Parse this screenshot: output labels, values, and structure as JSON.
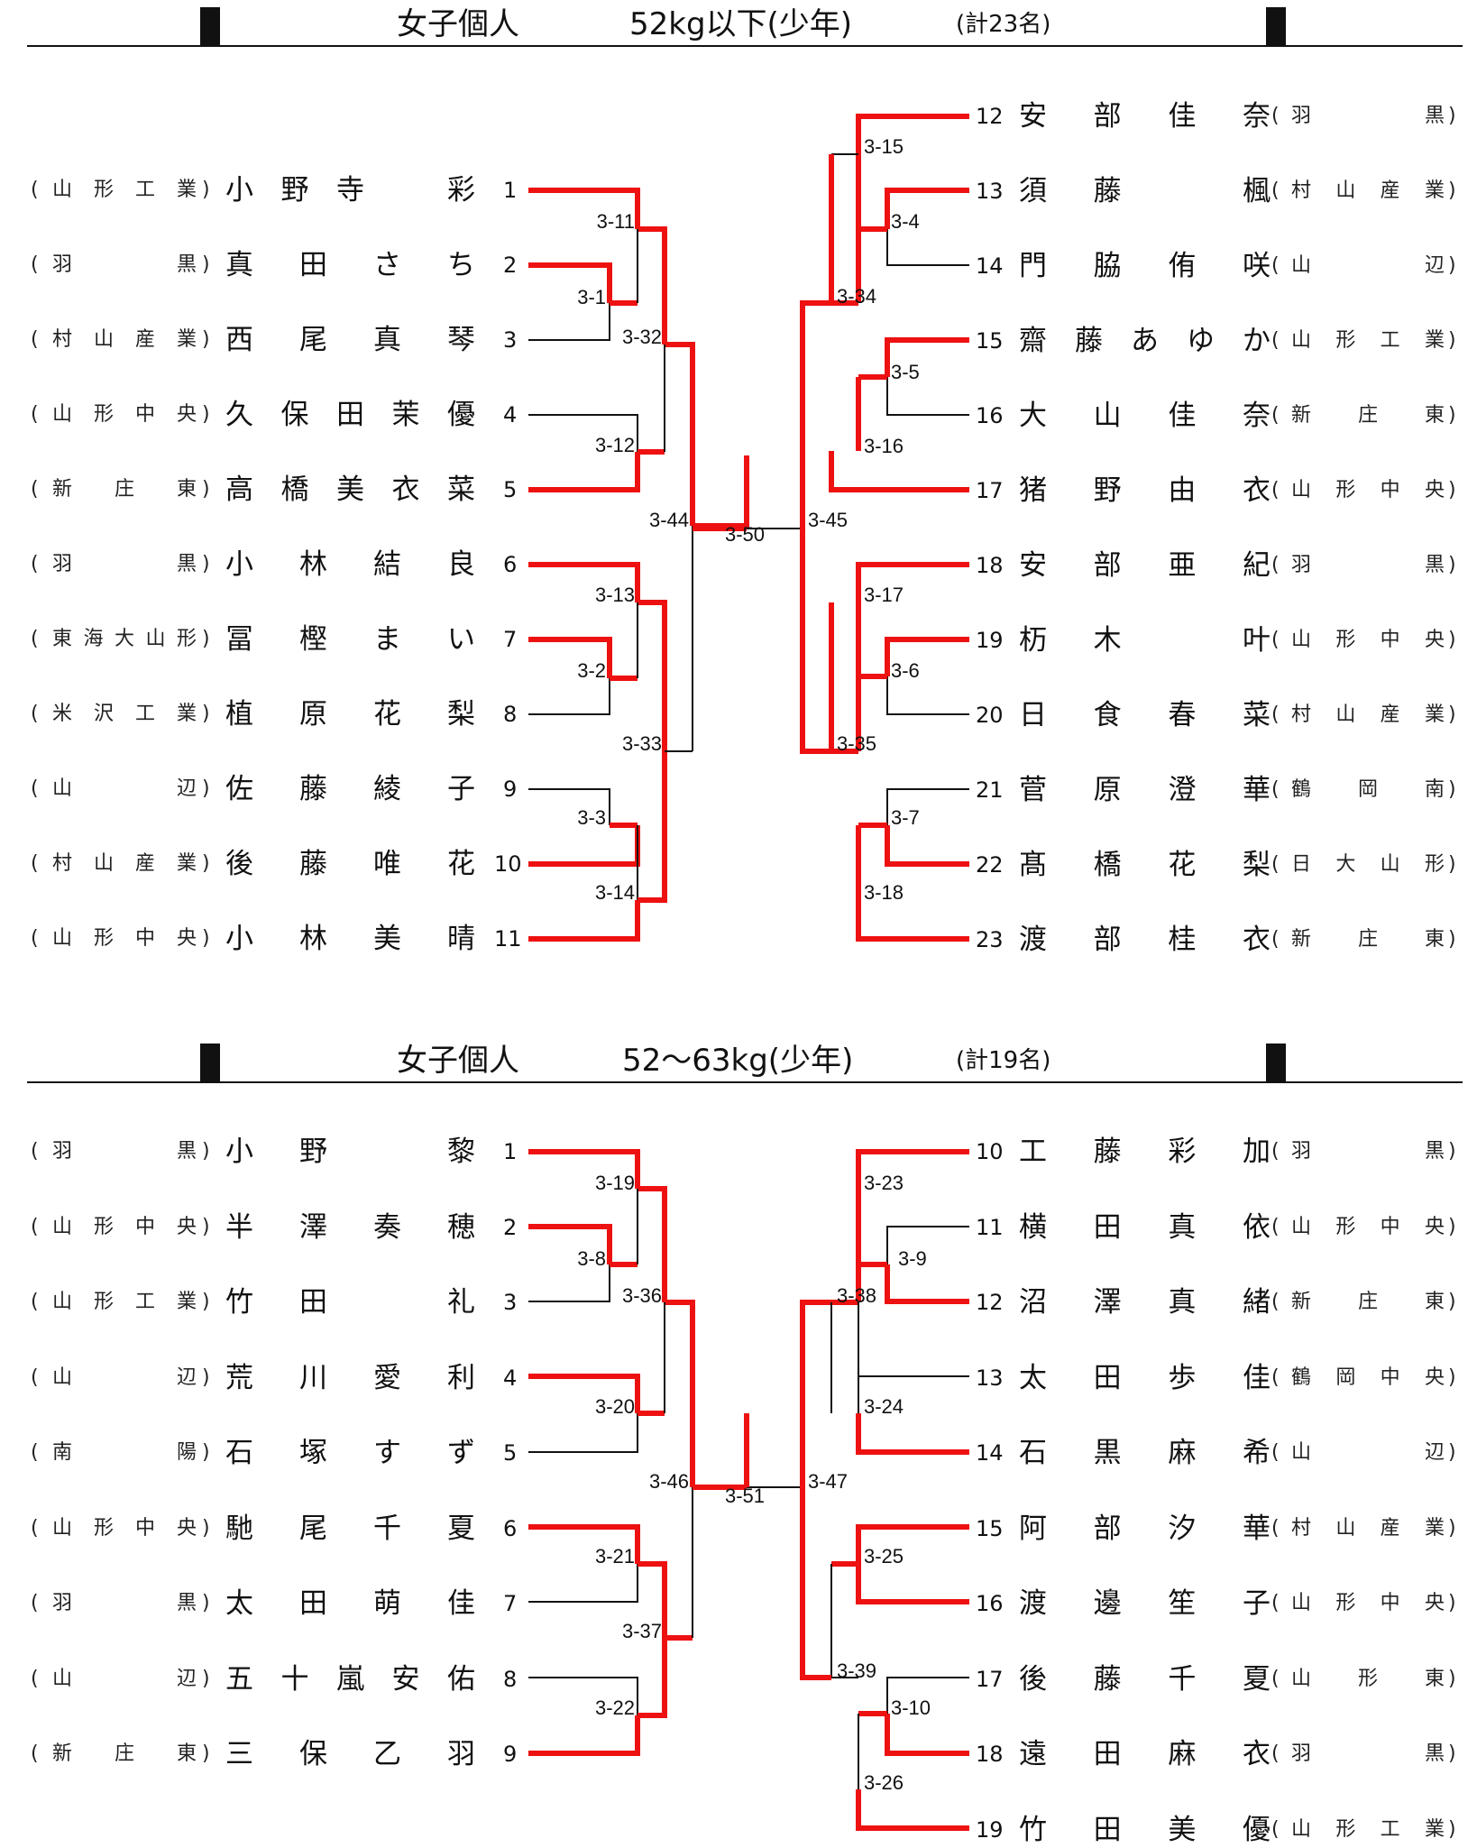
{
  "brackets": [
    {
      "title": "女子個人",
      "weight": "52kg以下(少年)",
      "count": "(計23名)",
      "left": [
        {
          "seed": "1",
          "name": "小野寺　彩",
          "school": "山形工業"
        },
        {
          "seed": "2",
          "name": "真田さち",
          "school": "羽黒"
        },
        {
          "seed": "3",
          "name": "西尾真琴",
          "school": "村山産業"
        },
        {
          "seed": "4",
          "name": "久保田茉優",
          "school": "山形中央"
        },
        {
          "seed": "5",
          "name": "高橋美衣菜",
          "school": "新庄東"
        },
        {
          "seed": "6",
          "name": "小林結良",
          "school": "羽黒"
        },
        {
          "seed": "7",
          "name": "冨樫まい",
          "school": "東海大山形"
        },
        {
          "seed": "8",
          "name": "植原花梨",
          "school": "米沢工業"
        },
        {
          "seed": "9",
          "name": "佐藤綾子",
          "school": "山辺"
        },
        {
          "seed": "10",
          "name": "後藤唯花",
          "school": "村山産業"
        },
        {
          "seed": "11",
          "name": "小林美晴",
          "school": "山形中央"
        }
      ],
      "right": [
        {
          "seed": "12",
          "name": "安部佳奈",
          "school": "羽黒"
        },
        {
          "seed": "13",
          "name": "須藤　楓",
          "school": "村山産業"
        },
        {
          "seed": "14",
          "name": "門脇侑咲",
          "school": "山辺"
        },
        {
          "seed": "15",
          "name": "齋藤あゆか",
          "school": "山形工業"
        },
        {
          "seed": "16",
          "name": "大山佳奈",
          "school": "新庄東"
        },
        {
          "seed": "17",
          "name": "猪野由衣",
          "school": "山形中央"
        },
        {
          "seed": "18",
          "name": "安部亜紀",
          "school": "羽黒"
        },
        {
          "seed": "19",
          "name": "杤木　叶",
          "school": "山形中央"
        },
        {
          "seed": "20",
          "name": "日食春菜",
          "school": "村山産業"
        },
        {
          "seed": "21",
          "name": "菅原澄華",
          "school": "鶴岡南"
        },
        {
          "seed": "22",
          "name": "髙橋花梨",
          "school": "日大山形"
        },
        {
          "seed": "23",
          "name": "渡部桂衣",
          "school": "新庄東"
        }
      ],
      "matches": [
        "3-11",
        "3-1",
        "3-32",
        "3-12",
        "3-44",
        "3-13",
        "3-2",
        "3-33",
        "3-3",
        "3-14",
        "3-15",
        "3-4",
        "3-34",
        "3-5",
        "3-16",
        "3-45",
        "3-17",
        "3-6",
        "3-35",
        "3-7",
        "3-18",
        "3-50"
      ]
    },
    {
      "title": "女子個人",
      "weight": "52〜63kg(少年)",
      "count": "(計19名)",
      "left": [
        {
          "seed": "1",
          "name": "小野　黎",
          "school": "羽黒"
        },
        {
          "seed": "2",
          "name": "半澤奏穂",
          "school": "山形中央"
        },
        {
          "seed": "3",
          "name": "竹田　礼",
          "school": "山形工業"
        },
        {
          "seed": "4",
          "name": "荒川愛利",
          "school": "山辺"
        },
        {
          "seed": "5",
          "name": "石塚すず",
          "school": "南陽"
        },
        {
          "seed": "6",
          "name": "馳尾千夏",
          "school": "山形中央"
        },
        {
          "seed": "7",
          "name": "太田萌佳",
          "school": "羽黒"
        },
        {
          "seed": "8",
          "name": "五十嵐安佑",
          "school": "山辺"
        },
        {
          "seed": "9",
          "name": "三保乙羽",
          "school": "新庄東"
        }
      ],
      "right": [
        {
          "seed": "10",
          "name": "工藤彩加",
          "school": "羽黒"
        },
        {
          "seed": "11",
          "name": "横田真依",
          "school": "山形中央"
        },
        {
          "seed": "12",
          "name": "沼澤真緒",
          "school": "新庄東"
        },
        {
          "seed": "13",
          "name": "太田歩佳",
          "school": "鶴岡中央"
        },
        {
          "seed": "14",
          "name": "石黒麻希",
          "school": "山辺"
        },
        {
          "seed": "15",
          "name": "阿部汐華",
          "school": "村山産業"
        },
        {
          "seed": "16",
          "name": "渡邊笙子",
          "school": "山形中央"
        },
        {
          "seed": "17",
          "name": "後藤千夏",
          "school": "山形東"
        },
        {
          "seed": "18",
          "name": "遠田麻衣",
          "school": "羽黒"
        },
        {
          "seed": "19",
          "name": "竹田美優",
          "school": "山形工業"
        }
      ],
      "matches": [
        "3-19",
        "3-8",
        "3-36",
        "3-20",
        "3-46",
        "3-21",
        "3-37",
        "3-22",
        "3-23",
        "3-9",
        "3-38",
        "3-24",
        "3-47",
        "3-25",
        "3-39",
        "3-10",
        "3-26",
        "3-51"
      ]
    }
  ],
  "colors": {
    "winner_line": "#ee1111",
    "line": "#111111"
  }
}
